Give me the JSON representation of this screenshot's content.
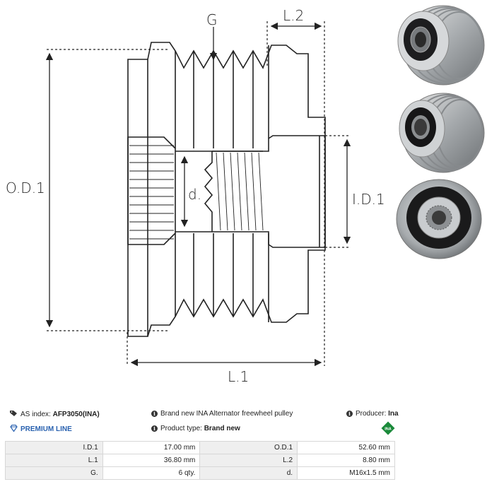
{
  "drawing": {
    "labels": {
      "g": "G",
      "l2": "L.2",
      "od1": "O.D.1",
      "id1": "I.D.1",
      "d": "d.",
      "l1": "L.1"
    }
  },
  "photos": [
    "pulley-photo-front",
    "pulley-photo-side",
    "pulley-photo-back"
  ],
  "info": {
    "as_index_label": "AS index:",
    "as_index_value": "AFP3050(INA)",
    "description": "Brand new INA Alternator freewheel pulley",
    "producer_label": "Producer:",
    "producer_value": "Ina",
    "premium_line": "PREMIUM LINE",
    "product_type_label": "Product type:",
    "product_type_value": "Brand new",
    "logo_text": "INA"
  },
  "specs": [
    {
      "k1": "I.D.1",
      "v1": "17.00 mm",
      "k2": "O.D.1",
      "v2": "52.60 mm"
    },
    {
      "k1": "L.1",
      "v1": "36.80 mm",
      "k2": "L.2",
      "v2": "8.80 mm"
    },
    {
      "k1": "G.",
      "v1": "6 qty.",
      "k2": "d.",
      "v2": "M16x1.5 mm"
    }
  ]
}
